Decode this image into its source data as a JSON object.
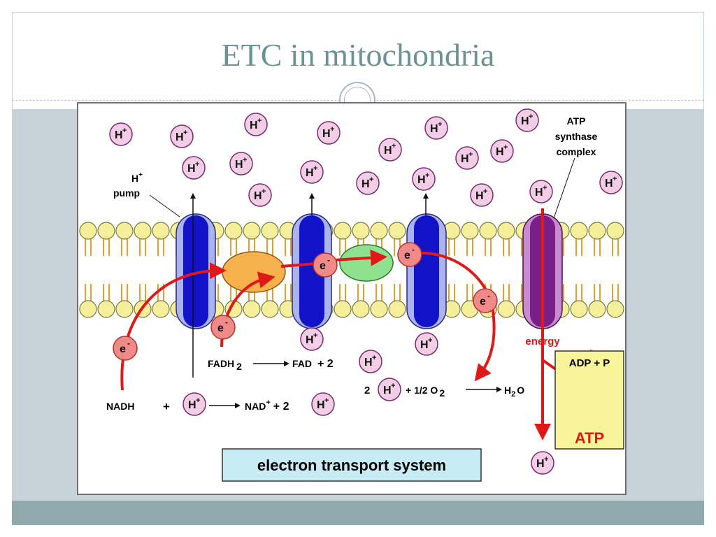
{
  "slide": {
    "title": "ETC in mitochondria"
  },
  "diagram": {
    "labels": {
      "h_pump_h": "H",
      "h_pump_plus": "+",
      "h_pump_word": "pump",
      "atp_synthase_1": "ATP",
      "atp_synthase_2": "synthase",
      "atp_synthase_3": "complex",
      "energy": "energy",
      "adp_p": "ADP + P",
      "atp": "ATP",
      "caption": "electron transport system"
    },
    "reactions": {
      "nadh": "NADH",
      "nadh_plus": "+",
      "nad": "NAD",
      "nad_plus_sign": "+",
      "nad_rest": "+ 2",
      "fadh": "FADH",
      "fadh_sub": "2",
      "fad": "FAD",
      "fad_rest": "+ 2",
      "water_coef": "2",
      "water_plus": "+ 1/2 O",
      "water_o_sub": "2",
      "water_h": "H",
      "water_h_sub": "2",
      "water_o": "O"
    },
    "proton_glyph": "H",
    "proton_charge": "+",
    "electron_glyph": "e",
    "electron_charge": "-",
    "colors": {
      "proton_fill": "#f2cde6",
      "proton_stroke": "#7a2a6a",
      "electron_fill": "#f08a88",
      "electron_stroke": "#b23030",
      "lipid_head": "#f5ee9a",
      "lipid_tail": "#e0a030",
      "pump_blue": "#1212c8",
      "pump_light": "#aab3ee",
      "complex_orange": "#f7b14c",
      "complex_green": "#8fe08f",
      "atp_synthase": "#7a1f8a",
      "atp_synthase_light": "#c88ad0",
      "arrow_red": "#e01818",
      "atp_box": "#f8f49a",
      "caption_box": "#c7ecf3"
    }
  }
}
